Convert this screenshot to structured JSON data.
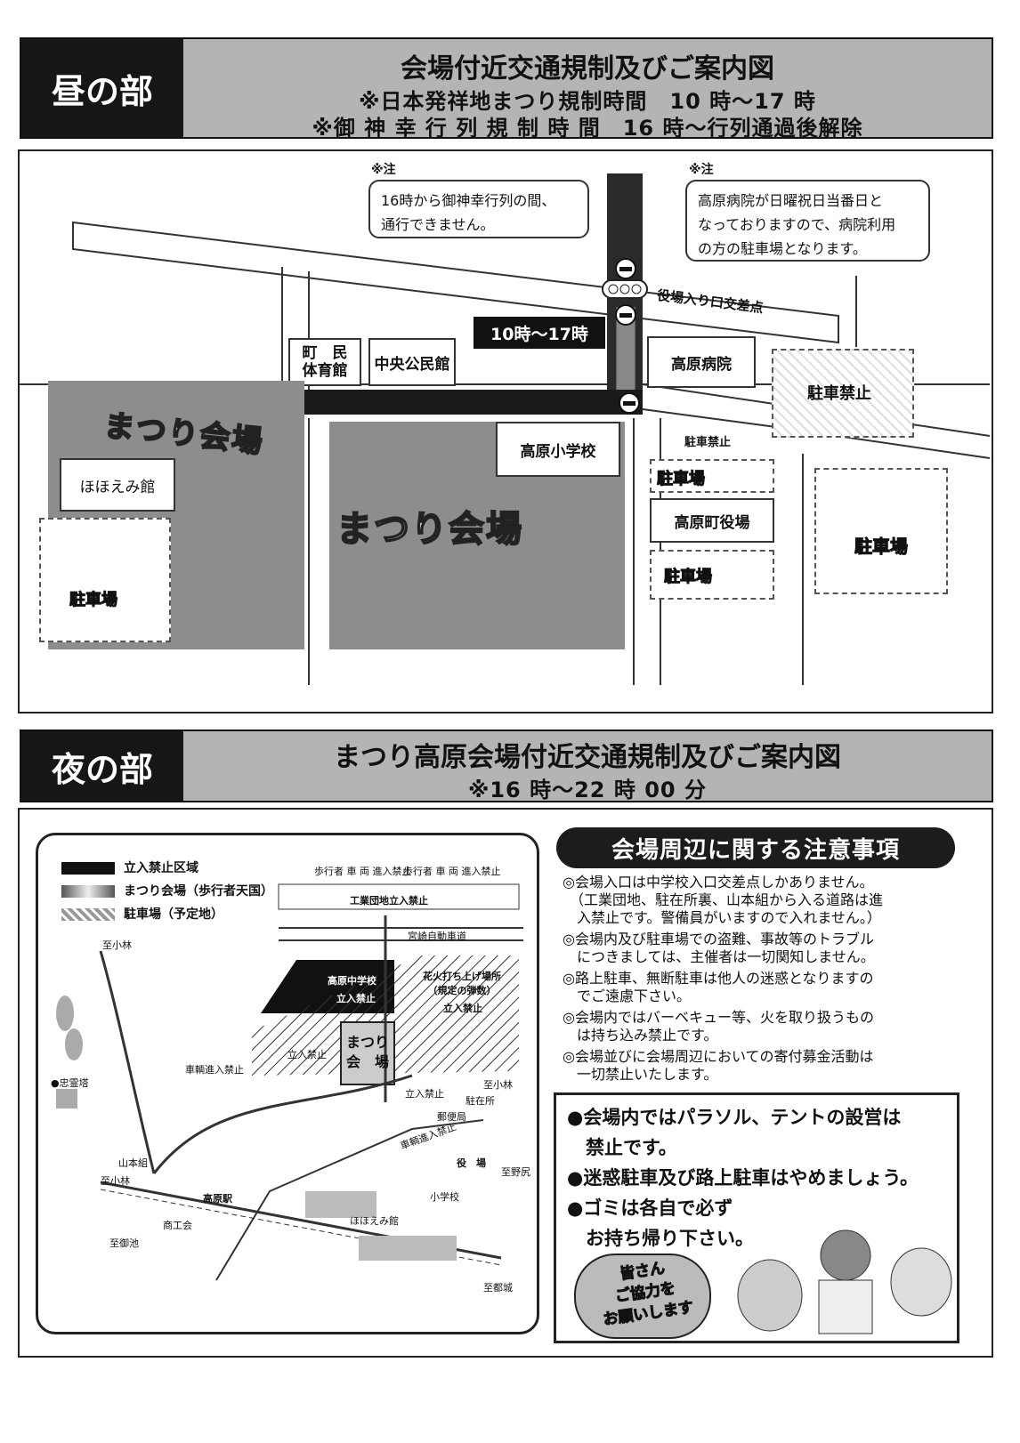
{
  "day": {
    "tag": "昼の部",
    "title": "会場付近交通規制及びご案内図",
    "line1": "※日本発祥地まつり規制時間　10 時～17 時",
    "line2": "※御 神 幸 行 列 規 制 時 間　16 時～行列通過後解除",
    "note_label_left": "※注",
    "note_left_l1": "16時から御神幸行列の間、",
    "note_left_l2": "通行できません。",
    "note_label_right": "※注",
    "note_right_l1": "高原病院が日曜祝日当番日と",
    "note_right_l2": "なっておりますので、病院利用",
    "note_right_l3": "の方の駐車場となります。",
    "intersection": "役場入り口交差点",
    "time_badge": "10時～17時",
    "gym": "町　民\n体育館",
    "hall": "中央公民館",
    "hospital": "高原病院",
    "no_parking_big": "駐車禁止",
    "no_parking_small": "駐車禁止",
    "venue1": "まつり会場",
    "venue2": "まつり会場",
    "hohoemi": "ほほえみ館",
    "school": "高原小学校",
    "town_office": "高原町役場",
    "parking": "駐車場"
  },
  "night": {
    "tag": "夜の部",
    "title": "まつり高原会場付近交通規制及びご案内図",
    "line1": "※16 時～22 時 00 分",
    "legend": [
      "立入禁止区域",
      "まつり会場（歩行者天国）",
      "駐車場（予定地）"
    ],
    "labels": {
      "ped1": "歩行者 車 両 進入禁止",
      "ped2": "歩行者 車 両 進入禁止",
      "industrial": "工業団地立入禁止",
      "expressway": "宮崎自動車道",
      "junior_high": "高原中学校",
      "no_entry": "立入禁止",
      "fireworks": "花火打ち上げ場所\n（規定の弾数）",
      "fireworks_no": "立入禁止",
      "venue": "まつり\n会　場",
      "enter1": "立入禁止",
      "enter2": "立入禁止",
      "vehicle_no1": "車輌進入禁止",
      "vehicle_no2": "車輌進入禁止",
      "monument": "●忠霊塔",
      "to_kobayashi1": "至小林",
      "to_kobayashi2": "至小林",
      "to_kobayashi3": "至小林",
      "yamamoto": "山本組",
      "station": "高原駅",
      "shokokai": "商工会",
      "to_miike": "至御池",
      "hohoemi": "ほほえみ館",
      "elem": "小学校",
      "office": "役　場",
      "post": "郵便局",
      "police": "駐在所",
      "to_nojiri": "至野尻",
      "to_miyakonojo": "至都城"
    }
  },
  "cautions": {
    "title": "会場周辺に関する注意事項",
    "items": [
      "◎会場入口は中学校入口交差点しかありません。\n　（工業団地、駐在所裏、山本組から入る道路は進\n　入禁止です。警備員がいますので入れません。）",
      "◎会場内及び駐車場での盗難、事故等のトラブル\n　につきましては、主催者は一切関知しません。",
      "◎路上駐車、無断駐車は他人の迷惑となりますの\n　でご遠慮下さい。",
      "◎会場内ではバーベキュー等、火を取り扱うもの\n　は持ち込み禁止です。",
      "◎会場並びに会場周辺においての寄付募金活動は\n　一切禁止いたします。"
    ],
    "rules": [
      "●会場内ではパラソル、テントの設営は",
      "　禁止です。",
      "●迷惑駐車及び路上駐車はやめましょう。",
      "●ゴミは各自で必ず",
      "　お持ち帰り下さい。"
    ],
    "thanks": "皆さん\nご協力を\nお願いします"
  },
  "colors": {
    "header_bg": "#b4b4b4",
    "tag_bg": "#161616",
    "venue": "#8d8d8d"
  }
}
